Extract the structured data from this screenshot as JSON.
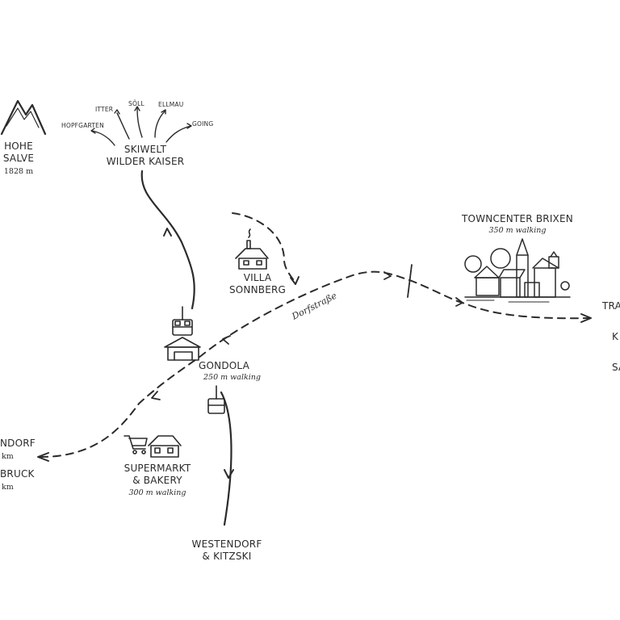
{
  "map": {
    "colors": {
      "ink": "#2b2b2b",
      "paper": "#ffffff"
    },
    "places": {
      "hohe_salve": {
        "name_line1": "HOHE",
        "name_line2": "SALVE",
        "elevation": "1828 m"
      },
      "skiwelt": {
        "name_line1": "SKIWELT",
        "name_line2": "WILDER KAISER",
        "destinations": [
          "HOPFGARTEN",
          "ITTER",
          "SÖLL",
          "ELLMAU",
          "GOING"
        ]
      },
      "villa": {
        "name_line1": "VILLA",
        "name_line2": "SONNBERG"
      },
      "street": {
        "name": "Dorfstraße"
      },
      "gondola": {
        "name": "GONDOLA",
        "distance": "250 m walking"
      },
      "towncenter": {
        "name": "TOWNCENTER BRIXEN",
        "distance": "350 m walking"
      },
      "supermarket": {
        "name_line1": "SUPERMARKT",
        "name_line2": "& BAKERY",
        "distance": "300 m walking"
      },
      "westendorf_kitzski": {
        "name_line1": "WESTENDORF",
        "name_line2": "& KITZSKI"
      },
      "left_edge": {
        "line1": "NDORF",
        "line2": "km",
        "line3": "BRUCK",
        "line4": "km"
      },
      "right_edge": {
        "line1": "TRA",
        "line2": "K",
        "line3": "SA"
      }
    }
  }
}
